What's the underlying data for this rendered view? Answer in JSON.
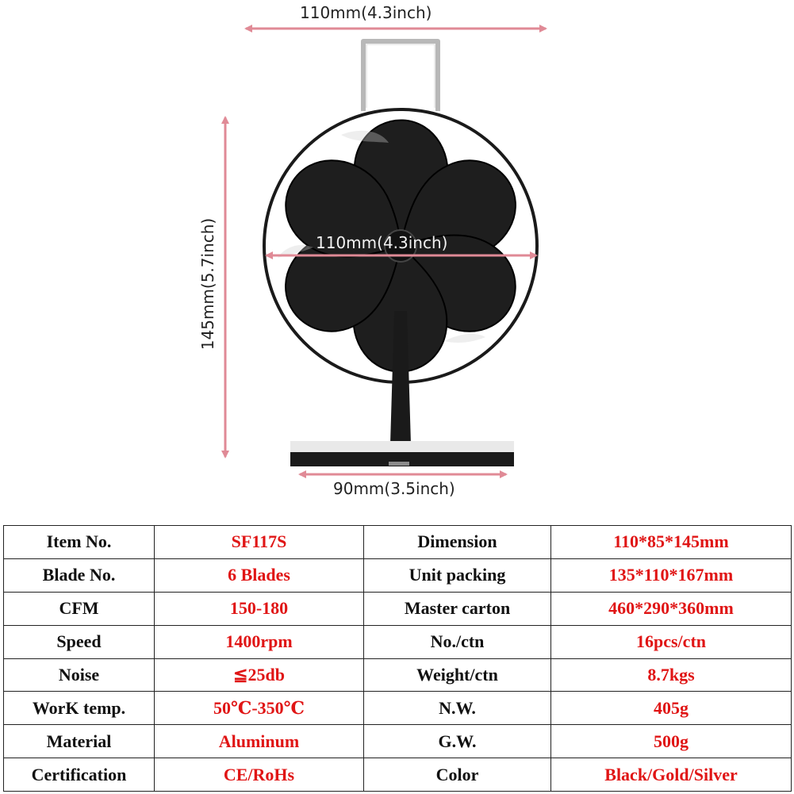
{
  "image": {
    "dimensions": {
      "top": "110mm(4.3inch)",
      "middle": "110mm(4.3inch)",
      "bottom": "90mm(3.5inch)",
      "left": "145mm(5.7inch)"
    },
    "colors": {
      "arrow": "#e08a96",
      "fan": "#1a1a1a",
      "handle": "#b8b8b8"
    },
    "subject": "six-blade stove fan"
  },
  "specs": [
    {
      "label": "Item No.",
      "value": "SF117S",
      "label2": "Dimension",
      "value2": "110*85*145mm"
    },
    {
      "label": "Blade No.",
      "value": "6 Blades",
      "label2": "Unit packing",
      "value2": "135*110*167mm"
    },
    {
      "label": "CFM",
      "value": "150-180",
      "label2": "Master carton",
      "value2": "460*290*360mm"
    },
    {
      "label": "Speed",
      "value": "1400rpm",
      "label2": "No./ctn",
      "value2": "16pcs/ctn"
    },
    {
      "label": "Noise",
      "value": "≦25db",
      "label2": "Weight/ctn",
      "value2": "8.7kgs"
    },
    {
      "label": "WorK temp.",
      "value": "50℃-350℃",
      "label2": "N.W.",
      "value2": "405g"
    },
    {
      "label": "Material",
      "value": "Aluminum",
      "label2": "G.W.",
      "value2": "500g"
    },
    {
      "label": "Certification",
      "value": "CE/RoHs",
      "label2": "Color",
      "value2": "Black/Gold/Silver"
    }
  ]
}
